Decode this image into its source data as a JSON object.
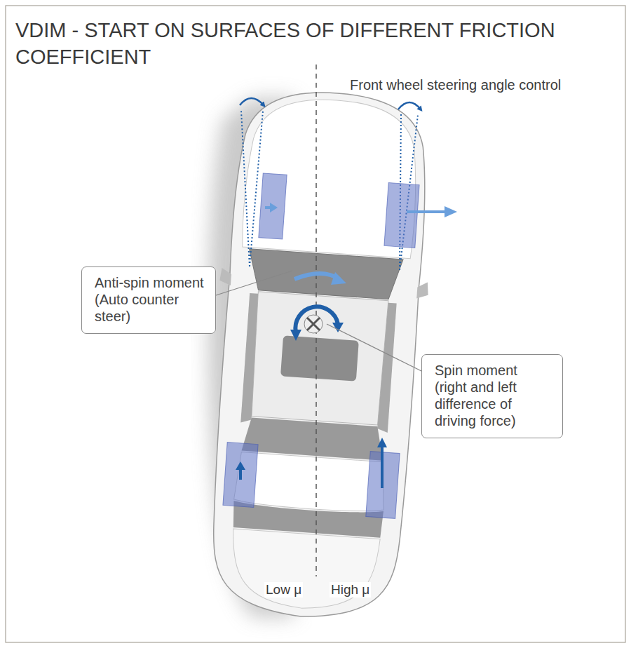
{
  "diagram": {
    "title": "VDIM - START ON SURFACES OF DIFFERENT FRICTION COEFFICIENT",
    "nodes": [
      {
        "text": [
          "Anti-spin moment (Auto counter steer)"
        ]
      },
      {
        "text": [
          "Spin moment (right and left difference of driving force)"
        ]
      }
    ],
    "labels": [
      "Front wheel steering angle control",
      "Low μ",
      "High μ"
    ]
  }
}
